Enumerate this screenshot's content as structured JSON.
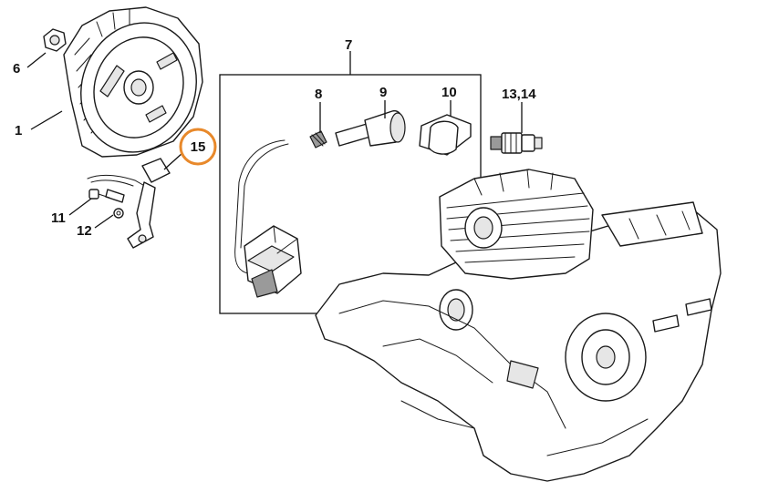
{
  "diagram": {
    "callouts": {
      "c1": "1",
      "c6": "6",
      "c7": "7",
      "c8": "8",
      "c9": "9",
      "c10": "10",
      "c11": "11",
      "c12": "12",
      "c13_14": "13,14",
      "c15": "15"
    },
    "highlight_color": "#e8892b"
  }
}
